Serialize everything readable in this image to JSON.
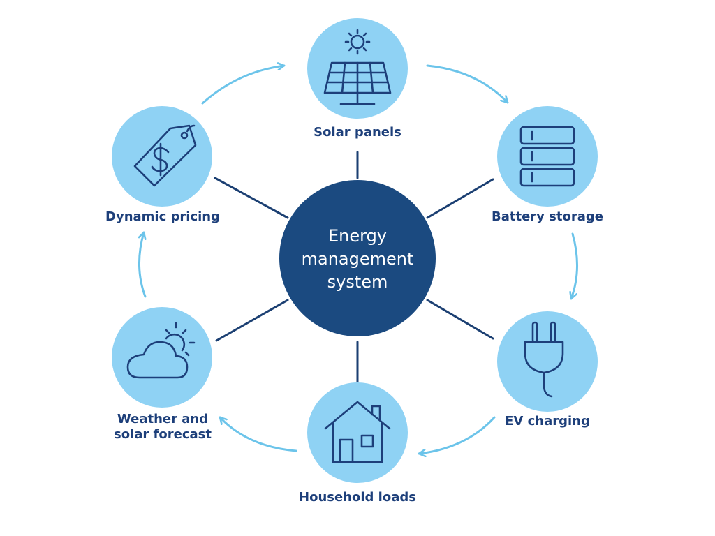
{
  "center": {
    "label_lines": [
      "Energy",
      "management",
      "system"
    ]
  },
  "nodes": {
    "solar": {
      "label": "Solar panels",
      "icon": "solar-panel-icon"
    },
    "battery": {
      "label": "Battery storage",
      "icon": "battery-icon"
    },
    "ev": {
      "label": "EV charging",
      "icon": "plug-icon"
    },
    "household": {
      "label": "Household loads",
      "icon": "house-icon"
    },
    "weather": {
      "label_lines": [
        "Weather and",
        "solar forecast"
      ],
      "icon": "cloud-sun-icon"
    },
    "pricing": {
      "label": "Dynamic pricing",
      "icon": "price-tag-icon"
    }
  },
  "colors": {
    "center_fill": "#1b4a80",
    "node_fill": "#8fd2f4",
    "icon_stroke": "#1d3f7a",
    "arrow": "#6cc4ea",
    "connector": "#1b3f72",
    "label": "#1d3f7a"
  }
}
